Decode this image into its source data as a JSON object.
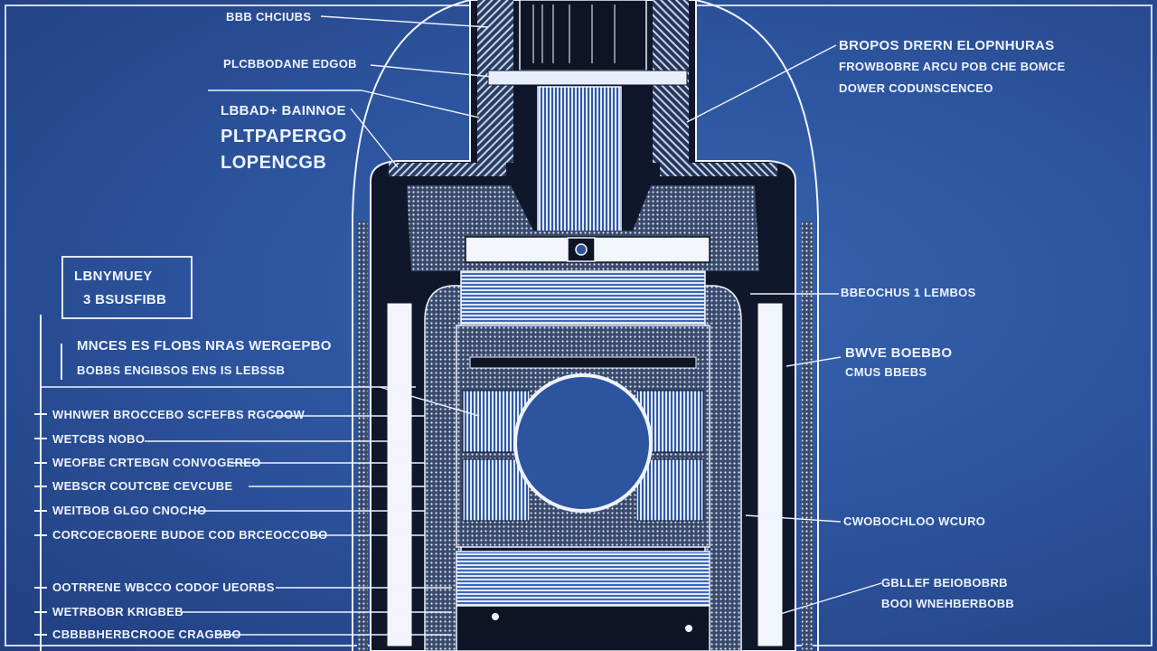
{
  "labels": {
    "left": [
      "BBB CHCIUBS",
      "PLCBBODANE EDGOB",
      "LBBAD+ BAINNOE",
      "PLTPAPERGO",
      "LOPENCGB",
      "MNCES ES FLOBS NRAS WERGEPBO",
      "BOBBS ENGIBSOS ENS IS LEBSSB",
      "WHNWER BROCCEBO SCFEFBS RGCOOW",
      "WETCBS NOBO",
      "WEOFBE CRTEBGN CONVOGEREO",
      "WEBSCR COUTCBE CEVCUBE",
      "WEITBOB GLGO CNOCHO",
      "CORCOECBOERE BUDOE COD BRCEOCCOBO",
      "OOTRRENE WBCCO CODOF UEORBS",
      "WETRBOBR KRIGBEB",
      "CBBBBHERBCROOE CRAGBBO"
    ],
    "legend_box": [
      "LBNYMUEY",
      "3 BSUSFIBB"
    ],
    "right": [
      "BROPOS DRERN ELOPNHURAS",
      "FROWBOBRE ARCU POB CHE BOMCE",
      "DOWER CODUNSCENCEO",
      "BBEOCHUS 1 LEMBOS",
      "BWVE BOEBBO",
      "CMUS BBEBS",
      "CWOBOCHLOO WCURO",
      "GBLLEF BEIOBOBRB",
      "BOOI WNEHBERBOBB"
    ]
  },
  "colors": {
    "background": "#2d559f",
    "line": "#eef3ff",
    "hatch_light": "#c9d4ea",
    "dark": "#141a2b"
  }
}
